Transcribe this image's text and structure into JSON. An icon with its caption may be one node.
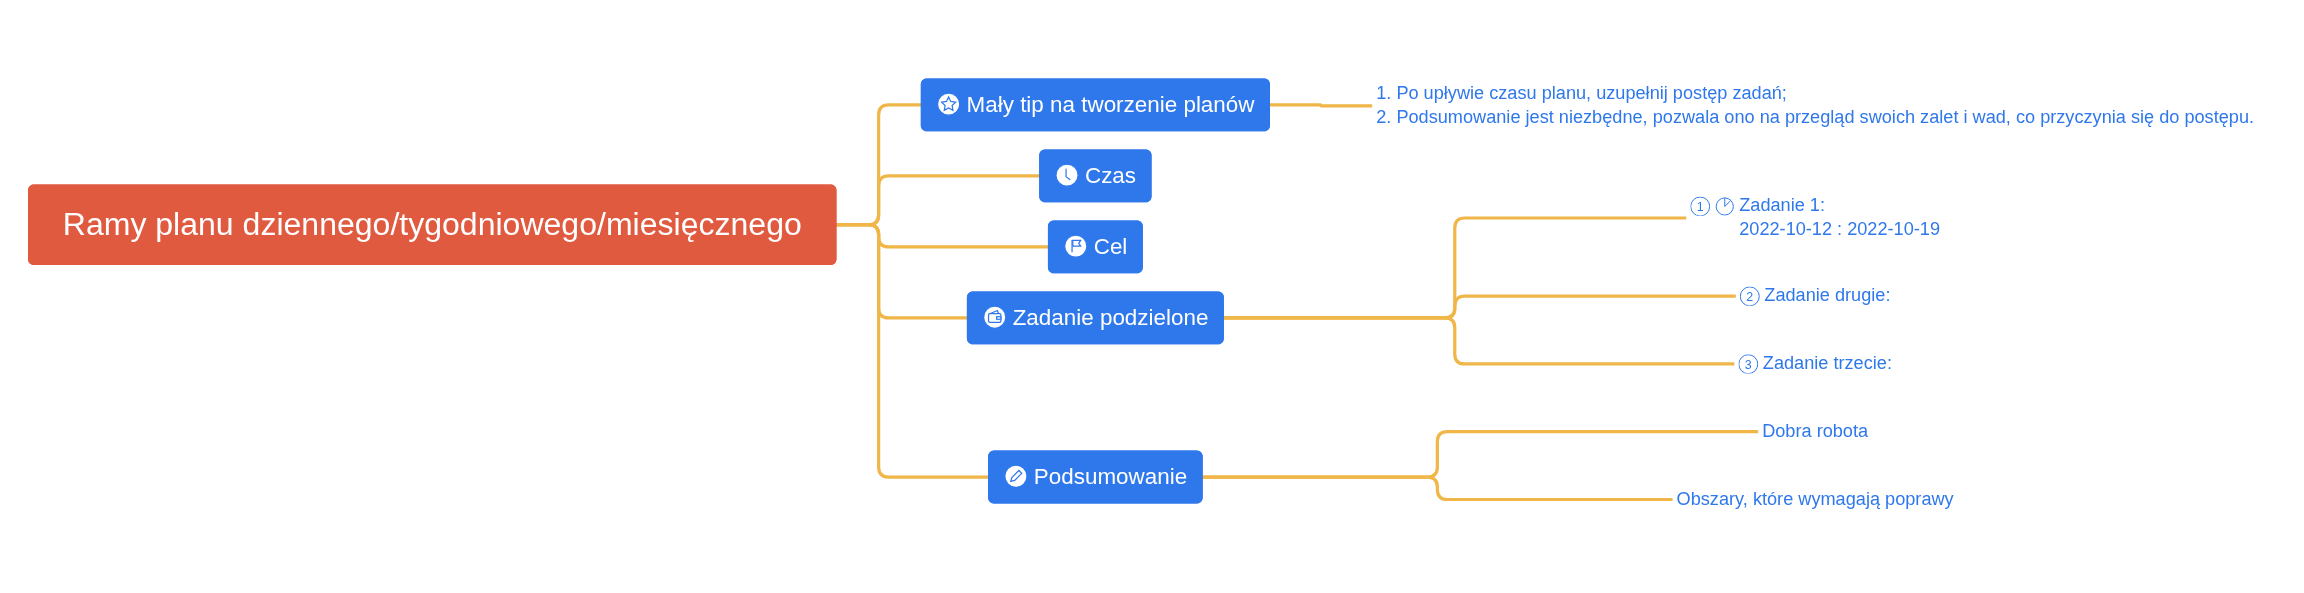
{
  "diagram": {
    "nodes": [
      {
        "text": [
          "Ramy planu dziennego/tygodniowego/miesięcznego"
        ]
      },
      {
        "text": [
          "Mały tip na tworzenie planów"
        ]
      },
      {
        "text": [
          "1. Po upływie czasu planu, uzupełnij postęp zadań;",
          "2. Podsumowanie jest niezbędne, pozwala ono na przegląd swoich zalet i wad, co przyczynia się do postępu."
        ]
      },
      {
        "text": [
          "Czas"
        ]
      },
      {
        "text": [
          "Cel"
        ]
      },
      {
        "text": [
          "Zadanie podzielone"
        ]
      },
      {
        "text": [
          "1",
          "Zadanie 1:",
          "2022-10-12 : 2022-10-19"
        ]
      },
      {
        "text": [
          "2",
          "Zadanie drugie:"
        ]
      },
      {
        "text": [
          "3",
          "Zadanie trzecie:"
        ]
      },
      {
        "text": [
          "Podsumowanie"
        ]
      },
      {
        "text": [
          "Dobra robota"
        ]
      },
      {
        "text": [
          "Obszary, które wymagają poprawy"
        ]
      }
    ],
    "edges": [
      {
        "from": 0,
        "to": 1,
        "arrow": "none"
      },
      {
        "from": 1,
        "to": 2,
        "arrow": "none"
      },
      {
        "from": 0,
        "to": 3,
        "arrow": "none"
      },
      {
        "from": 0,
        "to": 4,
        "arrow": "none"
      },
      {
        "from": 0,
        "to": 5,
        "arrow": "none"
      },
      {
        "from": 5,
        "to": 6,
        "arrow": "none"
      },
      {
        "from": 5,
        "to": 7,
        "arrow": "none"
      },
      {
        "from": 5,
        "to": 8,
        "arrow": "none"
      },
      {
        "from": 0,
        "to": 9,
        "arrow": "none"
      },
      {
        "from": 9,
        "to": 10,
        "arrow": "none"
      },
      {
        "from": 9,
        "to": 11,
        "arrow": "none"
      }
    ]
  }
}
